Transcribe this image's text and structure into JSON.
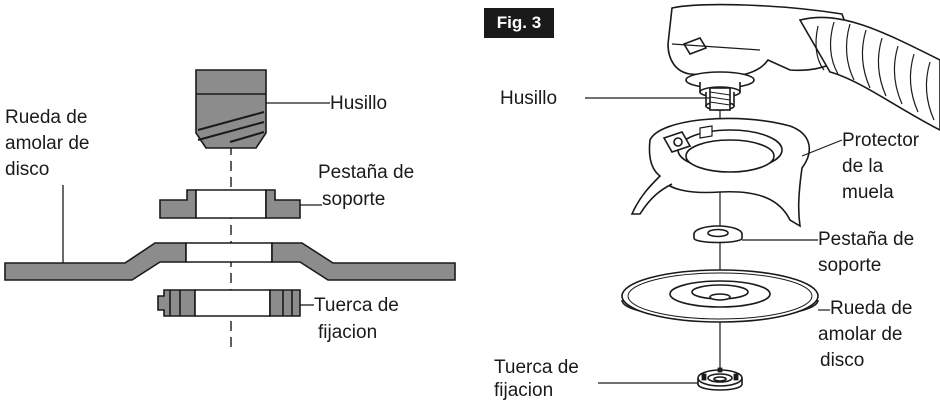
{
  "left_diagram": {
    "labels": {
      "spindle": "Husillo",
      "wheel_line1": "Rueda de",
      "wheel_line2": "amolar de",
      "wheel_line3": "disco",
      "flange_line1": "Pestaña de",
      "flange_line2": "soporte",
      "nut_line1": "Tuerca de",
      "nut_line2": "fijacion"
    }
  },
  "right_diagram": {
    "badge": "Fig. 3",
    "labels": {
      "spindle": "Husillo",
      "guard_line1": "Protector",
      "guard_line2": "de la",
      "guard_line3": "muela",
      "flange_line1": "Pestaña de",
      "flange_line2": "soporte",
      "wheel_line1": "Rueda de",
      "wheel_line2": "amolar de",
      "wheel_line3": "disco",
      "nut_line1": "Tuerca de",
      "nut_line2": "fijacion"
    }
  },
  "colors": {
    "part_fill": "#8c8c8c",
    "line": "#1a1a1a",
    "badge_bg": "#1a1a1a"
  }
}
